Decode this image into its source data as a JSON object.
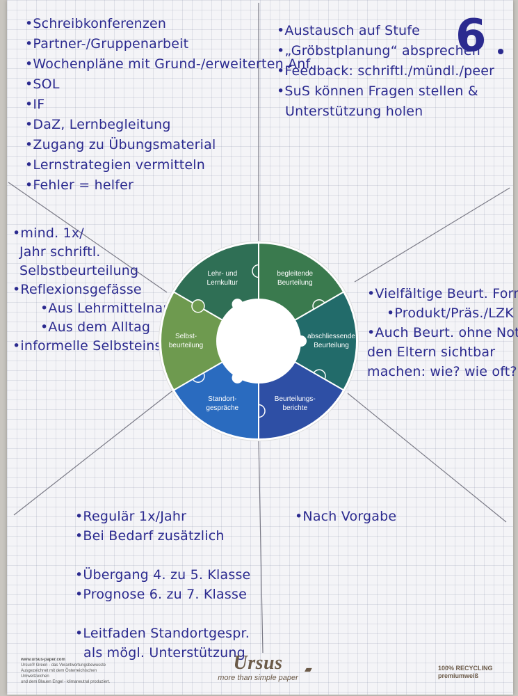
{
  "number": "6",
  "top_left": [
    "•Schreibkonferenzen",
    "•Partner-/Gruppenarbeit",
    "•Wochenpläne mit Grund-/erweiterten Anf.",
    "•SOL",
    "•IF",
    "•DaZ, Lernbegleitung",
    "•Zugang zu Übungsmaterial",
    "•Lernstrategien vermitteln",
    "•Fehler = helfer"
  ],
  "top_right": [
    "•Austausch auf Stufe",
    "•„Gröbstplanung“ absprechen",
    "•Feedback: schriftl./mündl./peer",
    "•SuS können Fragen stellen &",
    "Unterstützung holen"
  ],
  "left": [
    "•mind. 1x/",
    "Jahr schriftl.",
    "Selbstbeurteilung",
    "•Reflexionsgefässe",
    "•Aus Lehrmittelnauw.",
    "•Aus dem Alltag",
    "•informelle Selbsteinsch."
  ],
  "right": [
    "•Vielfältige Beurt. Form.",
    "•Produkt/Präs./LZK",
    "•Auch Beurt. ohne Note",
    "den Eltern sichtbar",
    "machen: wie? wie oft?"
  ],
  "bottom_left": [
    "•Regulär 1x/Jahr",
    "•Bei Bedarf zusätzlich",
    "",
    "•Übergang 4. zu 5. Klasse",
    "•Prognose 6. zu 7. Klasse",
    "",
    "•Leitfaden Standortgespr.",
    "als mögl. Unterstützung"
  ],
  "bottom_right": [
    "•Nach Vorgabe"
  ],
  "wheel": {
    "segments": [
      {
        "label_1": "Lehr- und",
        "label_2": "Lernkultur",
        "color": "#2f6f55"
      },
      {
        "label_1": "begleitende",
        "label_2": "Beurteilung",
        "color": "#3a7a4e"
      },
      {
        "label_1": "abschliessende",
        "label_2": "Beurteilung",
        "color": "#226b6a"
      },
      {
        "label_1": "Beurteilungs-",
        "label_2": "berichte",
        "color": "#2e4fa5"
      },
      {
        "label_1": "Standort-",
        "label_2": "gespräche",
        "color": "#2a6bbf"
      },
      {
        "label_1": "Selbst-",
        "label_2": "beurteilung",
        "color": "#6e9a4f"
      }
    ]
  },
  "footer": {
    "url": "www.ursus-paper.com",
    "line1": "Ursus® Green - das Verantwortungsbewusste",
    "line2": "Ausgezeichnet mit dem Österreichischen Umweltzeichen",
    "line3": "und dem Blauen Engel - klimaneutral produziert.",
    "brand": "Ursus",
    "tagline": "more than simple paper",
    "right1": "100% RECYCLING",
    "right2": "premiumweiß"
  }
}
